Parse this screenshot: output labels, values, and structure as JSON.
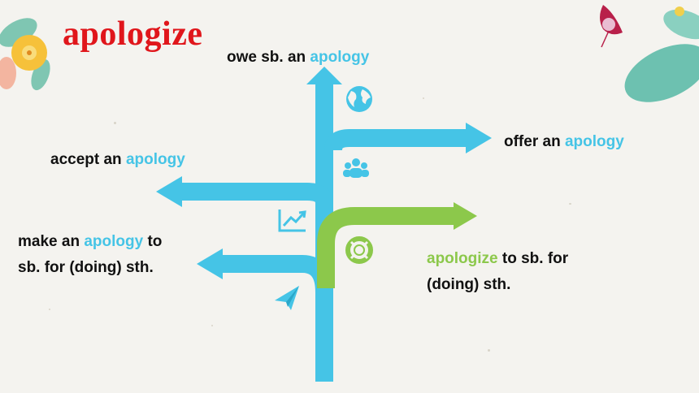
{
  "title": "apologize",
  "branches": [
    {
      "pre": "owe sb. an ",
      "key": "apology",
      "post": ""
    },
    {
      "pre": "offer an ",
      "key": "apology",
      "post": ""
    },
    {
      "pre": "accept an ",
      "key": "apology",
      "post": ""
    },
    {
      "pre": "make an ",
      "key": "apology",
      "post": " to"
    },
    {
      "line2": "sb. for (doing) sth."
    },
    {
      "pre": "",
      "key": "apologize",
      "post": " to sb. for"
    },
    {
      "line2": "(doing) sth."
    }
  ],
  "icons": [
    "globe-icon",
    "group-icon",
    "chart-icon",
    "lifebuoy-icon",
    "paper-plane-icon"
  ],
  "colors": {
    "title": "#e0161b",
    "blue": "#45c4e6",
    "green": "#8cc84b",
    "icon": "#45c4e6"
  }
}
